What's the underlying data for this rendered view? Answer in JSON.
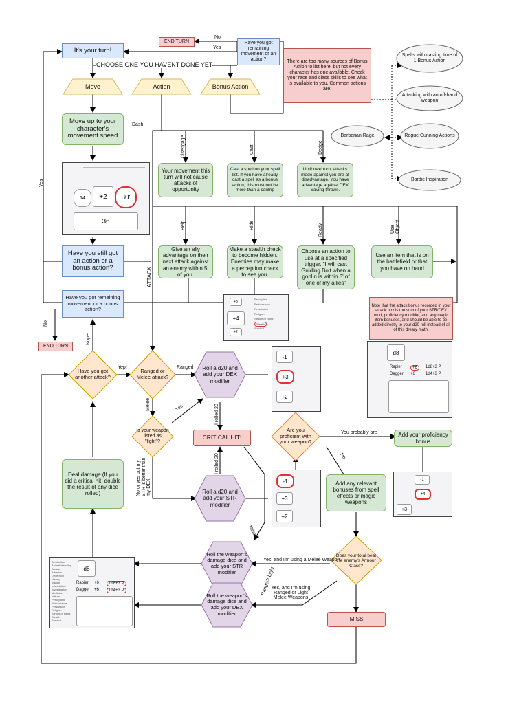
{
  "start": {
    "label": "It's your turn!"
  },
  "choose_label": "CHOOSE ONE YOU HAVENT DONE YET",
  "options": {
    "move": "Move",
    "action": "Action",
    "bonus": "Bonus Action"
  },
  "end_turn": "END TURN",
  "bonus_question": "Have you got remaining movement or an action?",
  "bonus_note": "There are too many sources of Bonus Action to list here, but not every character has one available. Check your race and class skills to see what is available to you. Common actions are:",
  "bonus_examples": [
    "Spells with casting time of 1 Bonus Action",
    "Attacking with an off-hand weapon",
    "Rogue Cunning Actions",
    "Barbarian Rage",
    "Bardic Inspiration"
  ],
  "move_speed": "Move up to your character's movement speed",
  "still_got": "Have you still got an action or a bonus action?",
  "remaining_move": "Have you got remaining movement or a bonus action?",
  "actions_top": [
    {
      "tag": "Disengage",
      "text": "Your movement this turn will not cause attacks of opportunity"
    },
    {
      "tag": "Cast",
      "text": "Cast a spell on your spell list. If you have already cast a spell as a bonus action, this must not be more than a cantrip"
    },
    {
      "tag": "Dodge",
      "text": "Until next turn, attacks made against you are at disadvantage. You have advantage against DEX Saving throws."
    }
  ],
  "actions_bottom": [
    {
      "tag": "Help",
      "text": "Give an ally advantage on their next attack against an enemy within 5' of you."
    },
    {
      "tag": "Hide",
      "text": "Make a stealth check to become hidden. Enemies may make a perception check to see you."
    },
    {
      "tag": "Ready",
      "text": "Choose an action to use at a specified trigger. \"I will cast Guiding Bolt when a goblin is within 5' of one of my allies\""
    },
    {
      "tag": "Use Object",
      "text": "Use an item that is on the battlefield or that you have on hand"
    }
  ],
  "edge_labels": {
    "no": "No",
    "yes": "Yes",
    "dash": "Dash",
    "attack": "ATTACK",
    "nope": "Nope",
    "yep": "Yep!",
    "ranged": "Ranged",
    "melee": "Melee",
    "rolled20": "I rolled 20",
    "you_probably": "You probably are",
    "yes_melee": "Yes, and I'm using a Melee Weapon",
    "yes_ranged": "Yes, and I'm using Ranged or Light Melee Weapons",
    "no_str": "No or yes but my STR is better than my DEX",
    "ranged_light": "Ranged/ Light"
  },
  "attack_note": "Note that the attack bonus recorded in your attack box is the sum of your STR/DEX mod, proficiency modifier, and any magic item bonuses, and should be able to be added directly to your d20 roll instead of all of this dreary math.",
  "another_attack": "Have you got another attack?",
  "ranged_or_melee": "Ranged or Melee attack?",
  "light": "Is your weapon listed as \"light\"?",
  "dex_roll": "Roll a d20 and add your DEX modifier",
  "str_roll": "Roll a d20 and add your STR modifier",
  "crit": "CRITICAL HIT!",
  "proficient": "Are you proficient with your weapon?",
  "add_prof": "Add your proficiency bonus",
  "add_bonus": "Add any relevant bonuses from spell effects or magic weapons",
  "beat_ac": "Does your total beat the enemy's Armour Class?",
  "miss": "MISS",
  "deal_damage": "Deal damage (If you did a critical hit, double the result of any dice rolled)",
  "dmg_str": "Roll the weapon's damage dice and add your STR modifier",
  "dmg_dex": "Roll the weapon's damage dice and add your DEX modifier",
  "sheet_stats": {
    "ac": "14",
    "init": "+2",
    "speed": "30'",
    "hp": "36",
    "mod1": "-1",
    "mod2": "+3",
    "mod3": "+2",
    "d8": "d8",
    "bonus4": "+4"
  },
  "weapons": [
    {
      "name": "Rapier",
      "bonus": "+6",
      "dmg": "1d8+3 P"
    },
    {
      "name": "Dagger",
      "bonus": "+6",
      "dmg": "1d4+3 P"
    }
  ],
  "skills": [
    "Perception",
    "Performance",
    "Persuasion",
    "Religion",
    "Sleight of Hand",
    "Stealth",
    "Survival"
  ],
  "skills_left": [
    "Acrobatics",
    "Animal Handling",
    "Arcana",
    "Athletics",
    "Deception",
    "History",
    "Insight",
    "Intimidation",
    "Investigation",
    "Medicine",
    "Nature",
    "Perception",
    "Performance",
    "Persuasion",
    "Religion",
    "Sleight of Hand",
    "Stealth",
    "Survival"
  ],
  "colors": {
    "blue": "#dae8fc",
    "green": "#d5e8d4",
    "yellow": "#fff2cc",
    "orange_diamond": "#ffe6cc",
    "purple": "#e1d5e7",
    "red": "#f8cecc"
  }
}
